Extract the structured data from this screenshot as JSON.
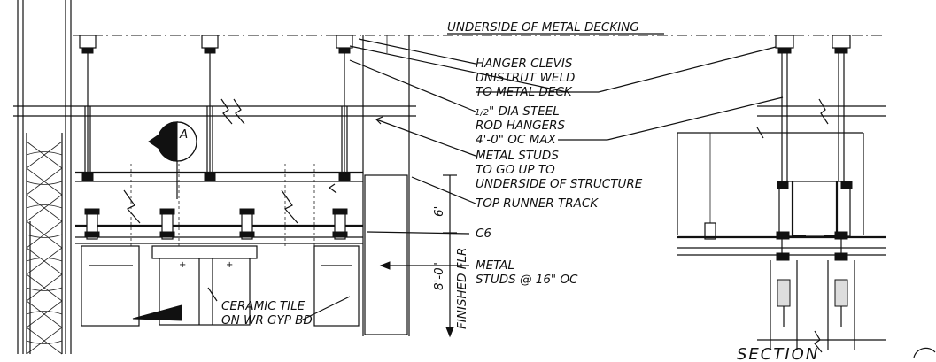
{
  "labels": {
    "deck": "UNDERSIDE OF METAL DECKING",
    "hanger_clevis": "HANGER CLEVIS",
    "unistrut_weld": "UNISTRUT WELD",
    "to_metal_deck": "TO METAL DECK",
    "rod_frac": "1/2",
    "rod_dia": "\" DIA STEEL",
    "rod_hangers": "ROD HANGERS",
    "rod_spacing": "4'-0\" OC MAX",
    "studs_1": "METAL STUDS",
    "studs_2": "TO GO UP TO",
    "studs_3": "UNDERSIDE OF STRUCTURE",
    "top_runner": "TOP RUNNER TRACK",
    "c6": "C6",
    "metal_1": "METAL",
    "metal_2": "STUDS @ 16\" OC",
    "tile_1": "CERAMIC TILE",
    "tile_2": "ON WR GYP BD",
    "section_mark": "A",
    "dim_6": "6'",
    "dim_8": "8'-0\"",
    "finished_flr": "FINISHED FLR",
    "section_title": "SECTION"
  },
  "icons": [
    "section-marker-icon",
    "break-line-icon",
    "insulation-batt-icon",
    "leader-arrow-icon"
  ],
  "colors": {
    "ink": "#111111",
    "paper": "#ffffff"
  }
}
